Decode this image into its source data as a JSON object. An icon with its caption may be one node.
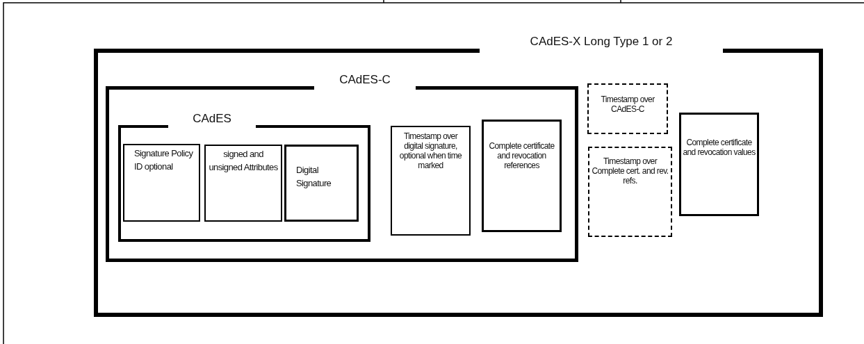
{
  "diagram": {
    "nodes": [
      {
        "text": [
          "CAdES-X Long Type 1 or 2"
        ]
      },
      {
        "text": [
          "CAdES-C"
        ],
        "in": 0
      },
      {
        "text": [
          "CAdES"
        ],
        "in": 1
      },
      {
        "text": [
          "Signature Policy ID optional"
        ],
        "in": 2
      },
      {
        "text": [
          "signed and unsigned Attributes"
        ],
        "in": 2
      },
      {
        "text": [
          "Digital Signature"
        ],
        "in": 2
      },
      {
        "text": [
          "Timestamp over digital signature, optional when time marked"
        ],
        "in": 1
      },
      {
        "text": [
          "Complete certificate and revocation references"
        ],
        "in": 1
      },
      {
        "text": [
          "Timestamp over CAdES-C"
        ],
        "in": 0
      },
      {
        "text": [
          "Timestamp over Complete cert. and rev. refs."
        ],
        "in": 0
      },
      {
        "text": [
          "Complete certificate and revocation values"
        ],
        "in": 0
      }
    ]
  }
}
